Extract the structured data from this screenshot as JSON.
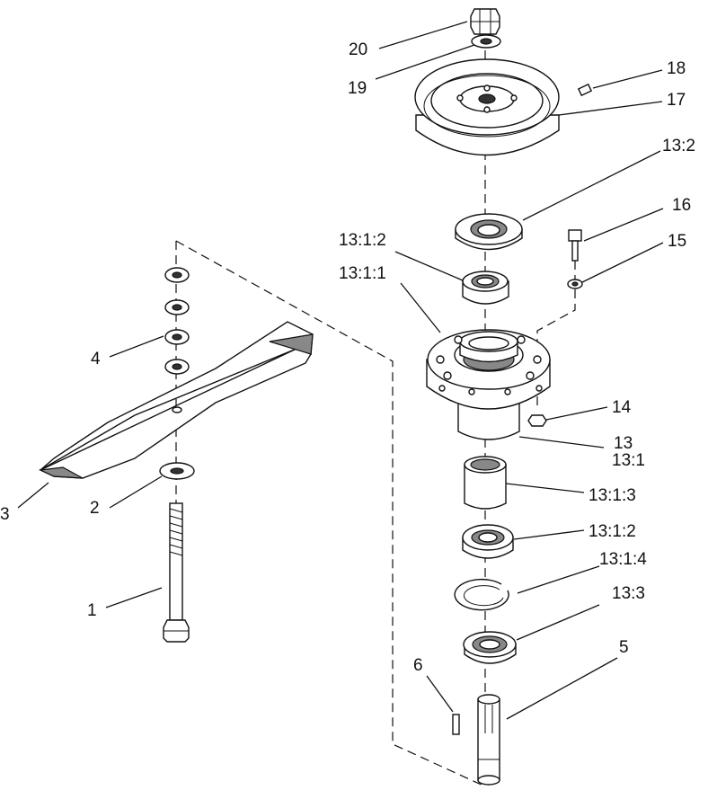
{
  "callouts": [
    {
      "id": "20",
      "text": "20"
    },
    {
      "id": "19",
      "text": "19"
    },
    {
      "id": "18",
      "text": "18"
    },
    {
      "id": "17",
      "text": "17"
    },
    {
      "id": "13-2",
      "text": "13:2"
    },
    {
      "id": "16",
      "text": "16"
    },
    {
      "id": "15",
      "text": "15"
    },
    {
      "id": "13-1-2-top",
      "text": "13:1:2"
    },
    {
      "id": "13-1-1",
      "text": "13:1:1"
    },
    {
      "id": "4",
      "text": "4"
    },
    {
      "id": "14",
      "text": "14"
    },
    {
      "id": "13",
      "text": "13"
    },
    {
      "id": "13-1",
      "text": "13:1"
    },
    {
      "id": "3",
      "text": "3"
    },
    {
      "id": "2",
      "text": "2"
    },
    {
      "id": "13-1-3",
      "text": "13:1:3"
    },
    {
      "id": "13-1-2-bottom",
      "text": "13:1:2"
    },
    {
      "id": "13-1-4",
      "text": "13:1:4"
    },
    {
      "id": "1",
      "text": "1"
    },
    {
      "id": "13-3",
      "text": "13:3"
    },
    {
      "id": "5",
      "text": "5"
    },
    {
      "id": "6",
      "text": "6"
    }
  ]
}
